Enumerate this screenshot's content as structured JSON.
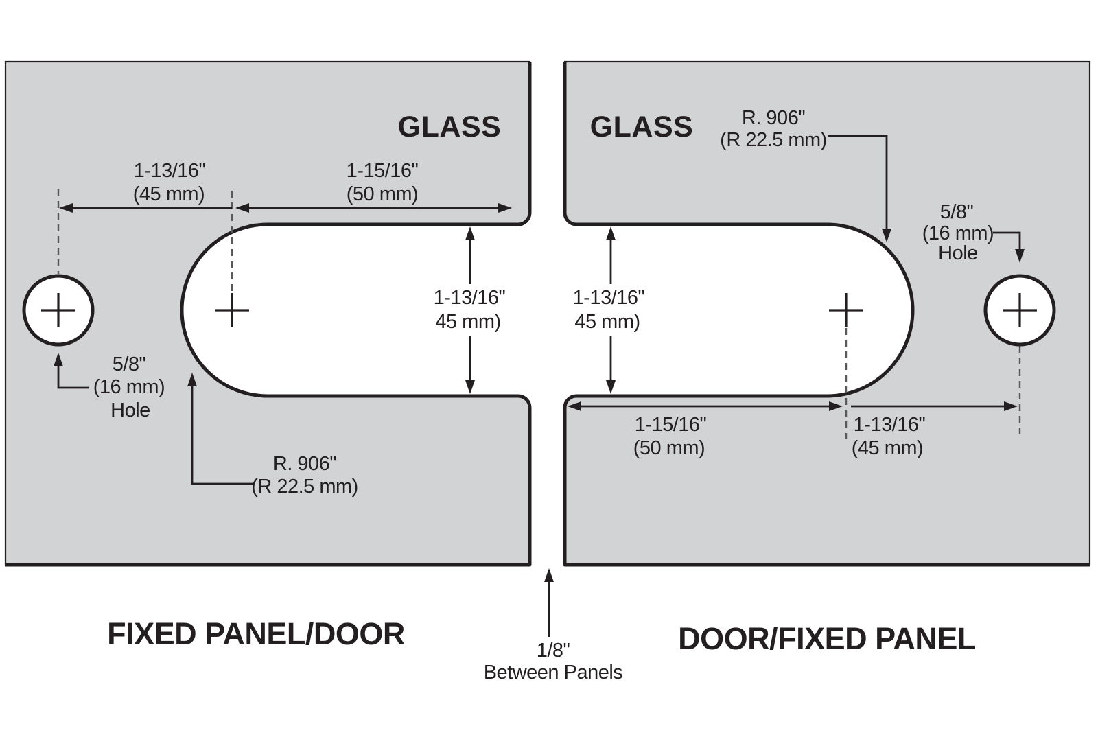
{
  "colors": {
    "glass_fill": "#d1d3d4",
    "line": "#231f20",
    "dash": "#58595b",
    "background": "#ffffff"
  },
  "left": {
    "glass": "GLASS",
    "title": "FIXED PANEL/DOOR",
    "dim45": {
      "l1": "1-13/16\"",
      "l2": "(45 mm)"
    },
    "dim50": {
      "l1": "1-15/16\"",
      "l2": "(50 mm)"
    },
    "dimv": {
      "l1": "1-13/16\"",
      "l2": "45 mm)"
    },
    "hole": {
      "l1": "5/8\"",
      "l2": "(16 mm)",
      "l3": "Hole"
    },
    "radius": {
      "l1": "R. 906\"",
      "l2": "(R 22.5 mm)"
    }
  },
  "right": {
    "glass": "GLASS",
    "title": "DOOR/FIXED PANEL",
    "dim50": {
      "l1": "1-15/16\"",
      "l2": "(50 mm)"
    },
    "dim45": {
      "l1": "1-13/16\"",
      "l2": "(45 mm)"
    },
    "dimv": {
      "l1": "1-13/16\"",
      "l2": "45 mm)"
    },
    "hole": {
      "l1": "5/8\"",
      "l2": "(16 mm)",
      "l3": "Hole"
    },
    "radius": {
      "l1": "R. 906\"",
      "l2": "(R 22.5 mm)"
    }
  },
  "center": {
    "gap": {
      "l1": "1/8\"",
      "l2": "Between Panels"
    }
  }
}
